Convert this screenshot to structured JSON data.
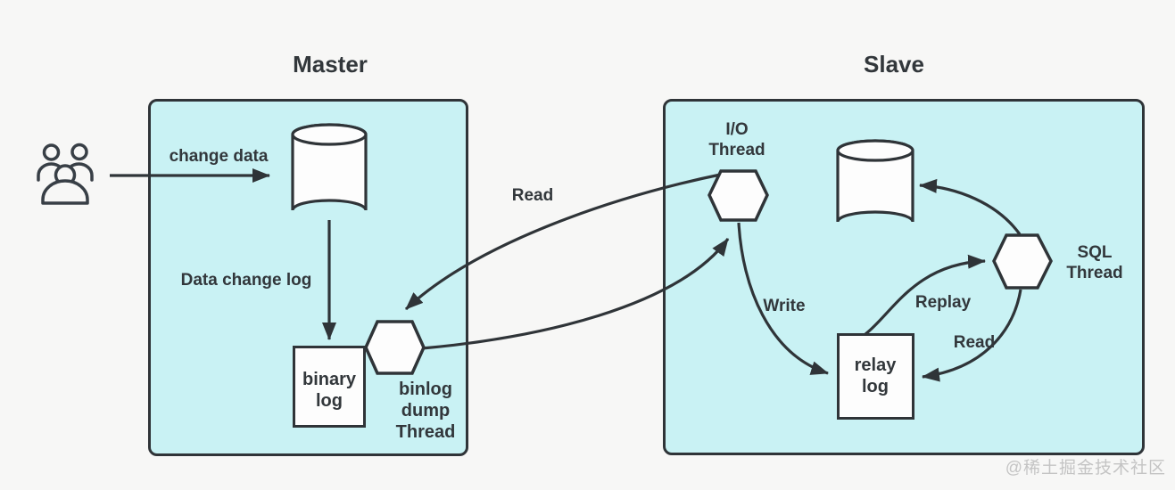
{
  "colors": {
    "background": "#f7f7f6",
    "panel_fill": "#c9f2f4",
    "stroke": "#2f3438",
    "shape_fill": "#fdfdfd",
    "text": "#32373b",
    "watermark": "#c4c4c4"
  },
  "master": {
    "title": "Master",
    "change_data_label": "change data",
    "data_change_log_label": "Data change log",
    "binary_log_lines": [
      "binary",
      "log"
    ],
    "binlog_dump_lines": [
      "binlog",
      "dump",
      "Thread"
    ]
  },
  "replication": {
    "read_label": "Read"
  },
  "slave": {
    "title": "Slave",
    "io_thread_lines": [
      "I/O",
      "Thread"
    ],
    "sql_thread_lines": [
      "SQL",
      "Thread"
    ],
    "relay_log_lines": [
      "relay",
      "log"
    ],
    "write_label": "Write",
    "replay_label": "Replay",
    "read_label": "Read"
  },
  "icons": {
    "users": "users-icon",
    "master_database": "database-cylinder-icon",
    "slave_database": "database-cylinder-icon",
    "binlog_dump_thread": "hexagon-thread-icon",
    "io_thread": "hexagon-thread-icon",
    "sql_thread": "hexagon-thread-icon"
  },
  "watermark": "@稀土掘金技术社区"
}
